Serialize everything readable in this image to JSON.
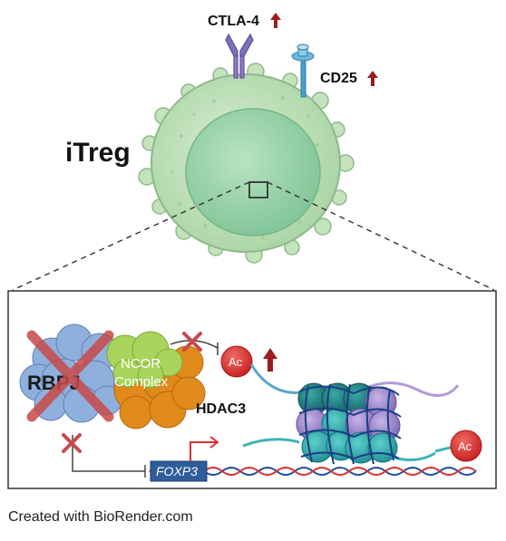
{
  "labels": {
    "ctla4": "CTLA-4",
    "cd25": "CD25",
    "cell": "iTreg",
    "rbpj": "RBPJ",
    "ncor_line1": "NCOR",
    "ncor_line2": "Complex",
    "hdac3": "HDAC3",
    "ac_left": "Ac",
    "ac_right": "Ac",
    "foxp3": "FOXP3",
    "credit": "Created with BioRender.com"
  },
  "colors": {
    "cell_outer": "#b7dcb1",
    "cell_inner": "#8fcf9f",
    "cell_edge": "#8fb98c",
    "ctla4_receptor": "#7f6fb6",
    "cd25_receptor": "#4a9ec5",
    "up_arrow": "#9b1d1d",
    "rbpj_protein": "#8fb0dd",
    "ncor_protein": "#a9d45b",
    "hdac3_protein": "#e08a1c",
    "ac_circle": "#d9312e",
    "foxp3_box": "#2f5d9a",
    "cross": "#c74a4a",
    "nucleosome_teal": "#2aa3a3",
    "nucleosome_purple": "#9c86c9",
    "dna_blue": "#1f4e9c",
    "dna_red": "#d9312e",
    "promoter_arrow": "#d9312e"
  },
  "icons": [
    "ctla4-receptor-icon",
    "cd25-receptor-icon",
    "up-arrow-icon",
    "cross-icon",
    "inhibition-icon",
    "promoter-arrow-icon",
    "nucleosome-icon",
    "dna-strand-icon"
  ]
}
